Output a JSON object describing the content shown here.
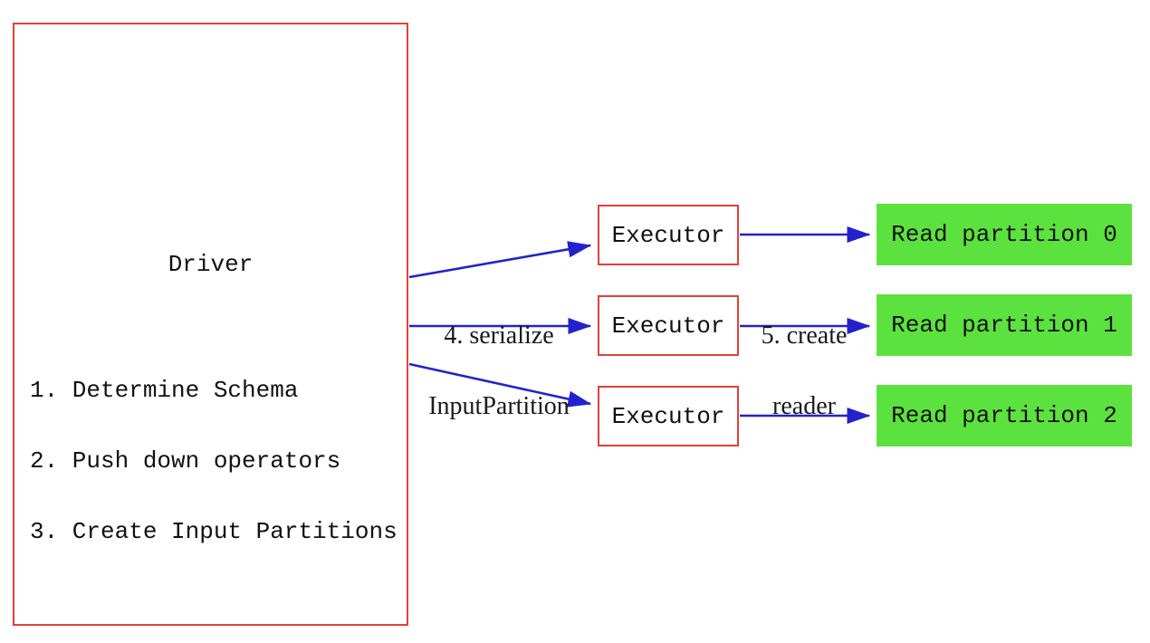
{
  "diagram": {
    "driver": {
      "title": "Driver",
      "steps": [
        "1. Determine Schema",
        "2. Push down operators",
        "3. Create Input Partitions"
      ]
    },
    "executors": [
      {
        "label": "Executor"
      },
      {
        "label": "Executor"
      },
      {
        "label": "Executor"
      }
    ],
    "partitions": [
      {
        "label": "Read partition 0"
      },
      {
        "label": "Read partition 1"
      },
      {
        "label": "Read partition 2"
      }
    ],
    "arrow_labels": {
      "serialize": {
        "line1": "4. serialize",
        "line2": "InputPartition"
      },
      "create_reader": {
        "line1": "5. create",
        "line2": "reader"
      }
    },
    "colors": {
      "box_border_red": "#e0423a",
      "arrow_blue": "#2222cc",
      "partition_green": "#5ce23e",
      "text": "#111111",
      "background": "#ffffff"
    }
  }
}
